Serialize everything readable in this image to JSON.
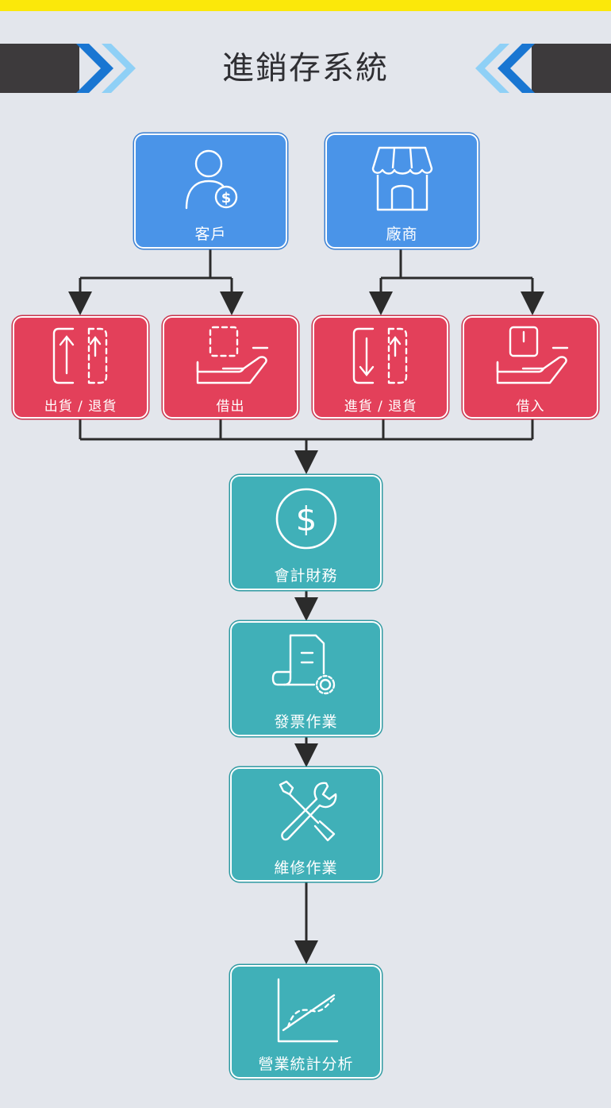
{
  "title": "進銷存系統",
  "colors": {
    "source": "#4a94e8",
    "transaction": "#e3405a",
    "process": "#40b0b8",
    "banner": "#3d3a3c",
    "accent": "#fbe80a"
  },
  "nodes": {
    "customer": {
      "label": "客戶",
      "icon": "customer-dollar-icon"
    },
    "vendor": {
      "label": "廠商",
      "icon": "storefront-icon"
    },
    "ship_return": {
      "label": "出貨 / 退貨",
      "icon": "up-arrows-box-icon"
    },
    "lend_out": {
      "label": "借出",
      "icon": "hand-box-out-icon"
    },
    "purchase_return": {
      "label": "進貨 / 退貨",
      "icon": "down-up-arrows-box-icon"
    },
    "borrow_in": {
      "label": "借入",
      "icon": "hand-box-in-icon"
    },
    "accounting": {
      "label": "會計財務",
      "icon": "dollar-circle-icon"
    },
    "invoice": {
      "label": "發票作業",
      "icon": "receipt-gear-icon"
    },
    "maintenance": {
      "label": "維修作業",
      "icon": "wrench-screwdriver-icon"
    },
    "analysis": {
      "label": "營業統計分析",
      "icon": "trend-chart-icon"
    }
  }
}
